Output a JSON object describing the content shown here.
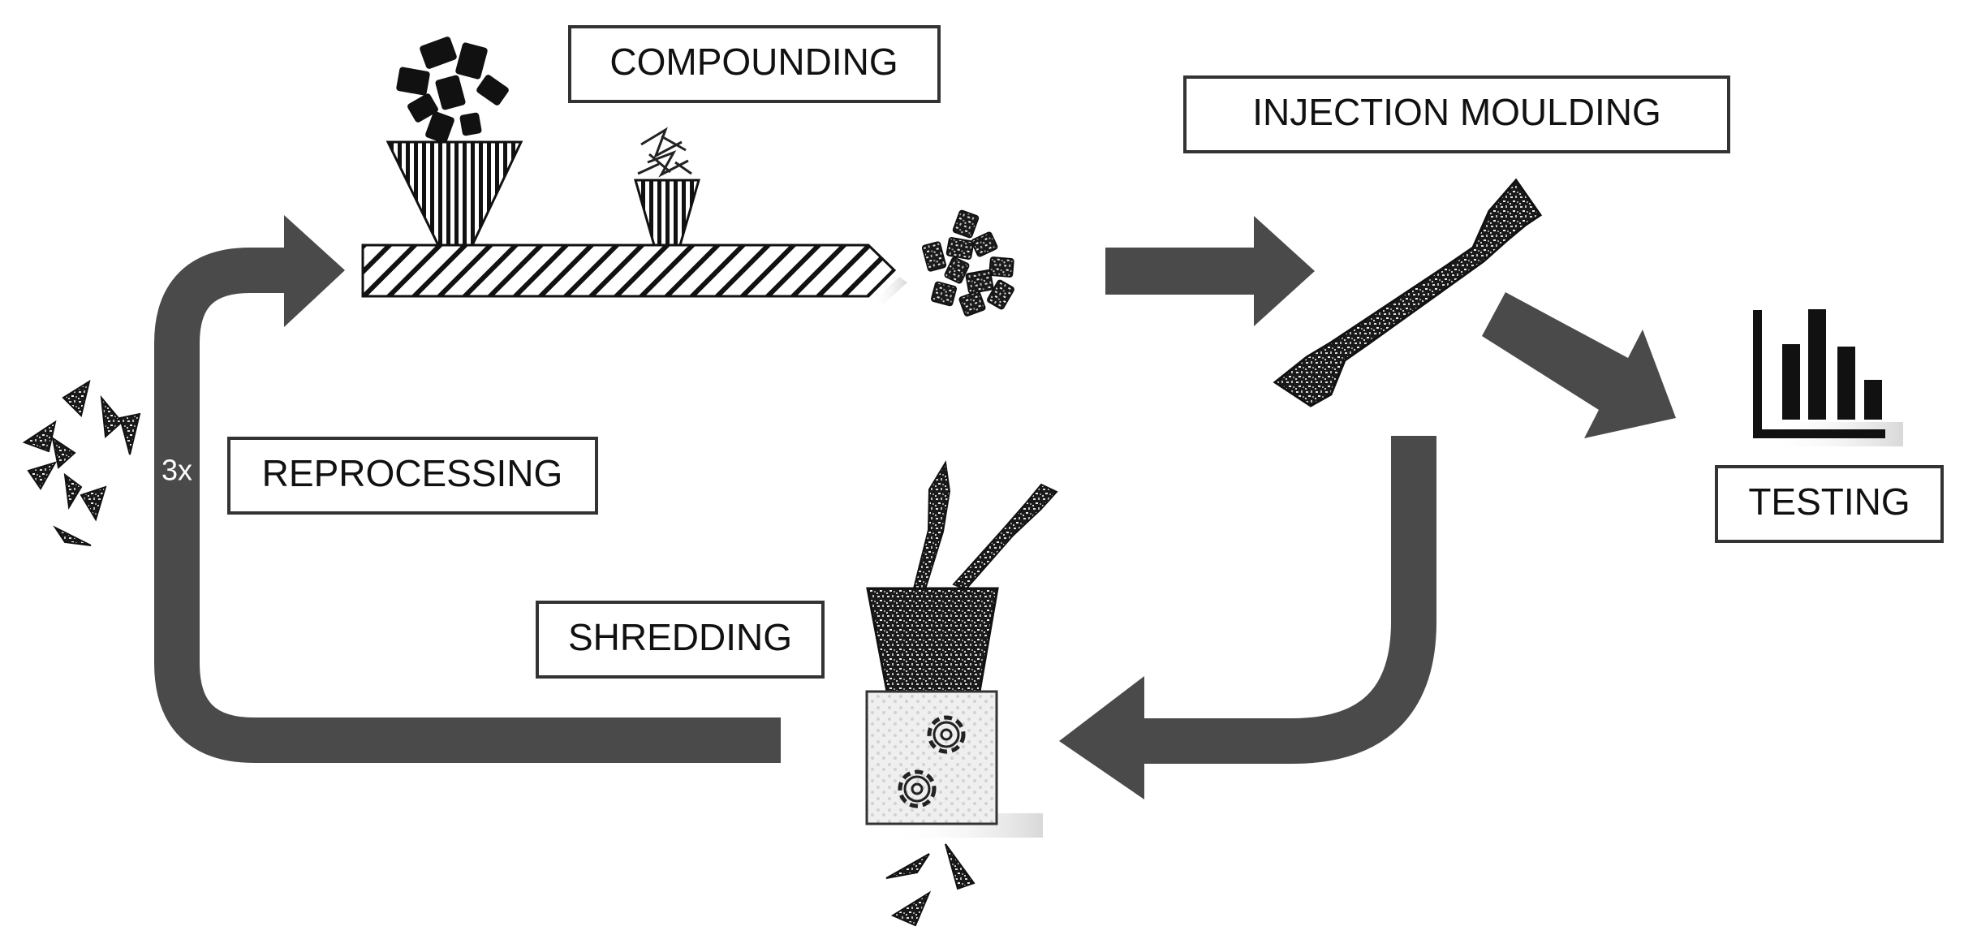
{
  "labels": {
    "compounding": "COMPOUNDING",
    "injection_moulding": "INJECTION MOULDING",
    "testing": "TESTING",
    "reprocessing": "REPROCESSING",
    "shredding": "SHREDDING",
    "cycle_count": "3x"
  },
  "colors": {
    "arrow": "#4a4a4a",
    "box_border": "#333333",
    "ink": "#111111",
    "shredder_body": "#efefef"
  },
  "icons": [
    "pellets-icon",
    "hopper-icon",
    "fibre-feeder-icon",
    "extruder-screw-icon",
    "granulate-icon",
    "dogbone-specimen-icon",
    "bar-chart-icon",
    "shredder-icon",
    "gear-icon",
    "shredded-flakes-icon"
  ]
}
